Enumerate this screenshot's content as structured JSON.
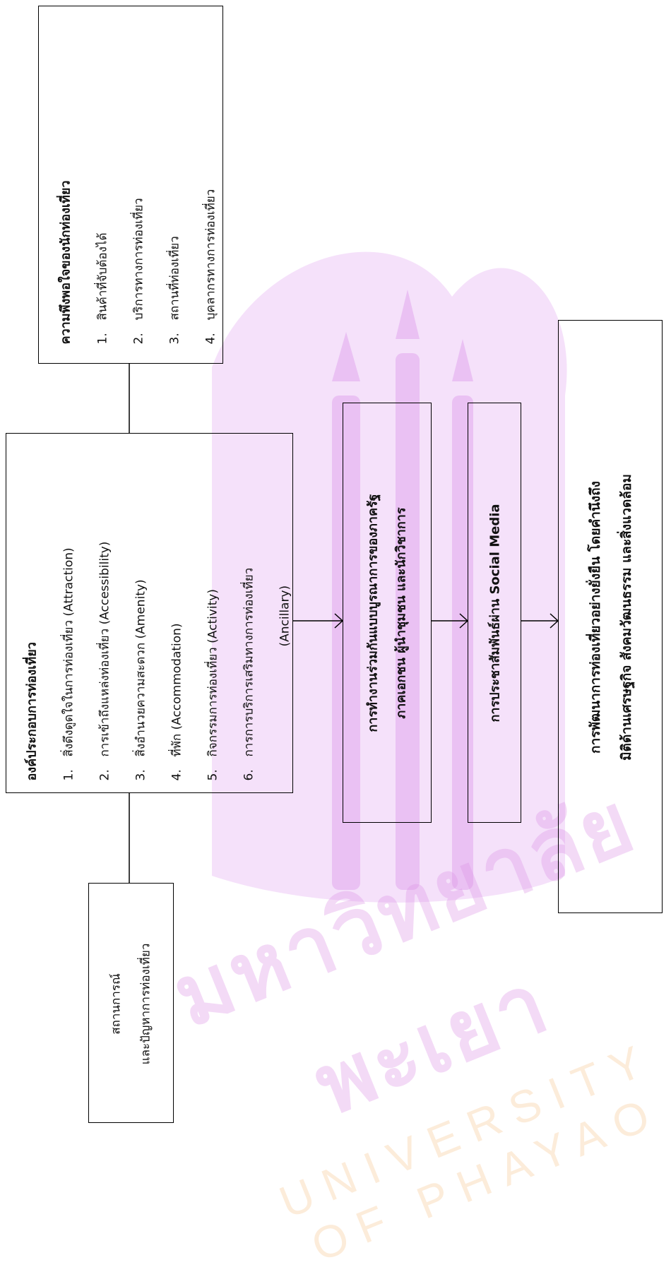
{
  "watermark": {
    "thai": "มหาวิทยาลัยพะเยา",
    "english": "UNIVERSITY OF PHAYAO"
  },
  "satisfaction": {
    "title": "ความพึงพอใจของนักท่องเที่ยว",
    "items": [
      {
        "num": "1.",
        "text": "สินค้าที่จับต้องได้"
      },
      {
        "num": "2.",
        "text": "บริการทางการท่องเที่ยว"
      },
      {
        "num": "3.",
        "text": "สถานที่ท่องเที่ยว"
      },
      {
        "num": "4.",
        "text": "บุคลากรทางการท่องเที่ยว"
      }
    ]
  },
  "components": {
    "title": "องค์ประกอบการท่องเที่ยว",
    "items": [
      {
        "num": "1.",
        "text": "สิ่งดึงดูดใจในการท่องเที่ยว (Attraction)"
      },
      {
        "num": "2.",
        "text": "การเข้าถึงแหล่งท่องเที่ยว (Accessibility)"
      },
      {
        "num": "3.",
        "text": "สิ่งอำนวยความสะดวก (Amenity)"
      },
      {
        "num": "4.",
        "text": "ที่พัก (Accommodation)"
      },
      {
        "num": "5.",
        "text": "กิจกรรมการท่องเที่ยว (Activity)"
      },
      {
        "num": "6.",
        "text": "การการบริการเสริมทางการท่องเที่ยว"
      }
    ],
    "continuation": "(Ancillary)"
  },
  "situation": {
    "line1": "สถานการณ์",
    "line2": "และปัญหาการท่องเที่ยว"
  },
  "collaboration": {
    "line1": "การทำงานร่วมกันแบบบูรณาการของภาครัฐ",
    "line2": "ภาคเอกชน ผู้นำชุมชน และนักวิชาการ"
  },
  "social": {
    "text": "การประชาสัมพันธ์ผ่าน Social Media"
  },
  "sustainable": {
    "line1": "การพัฒนาการท่องเที่ยวอย่างยั่งยืน โดยคำนึงถึง",
    "line2": "มิติด้านเศรษฐกิจ สังคมวัฒนธรรม และสิ่งแวดล้อม"
  }
}
